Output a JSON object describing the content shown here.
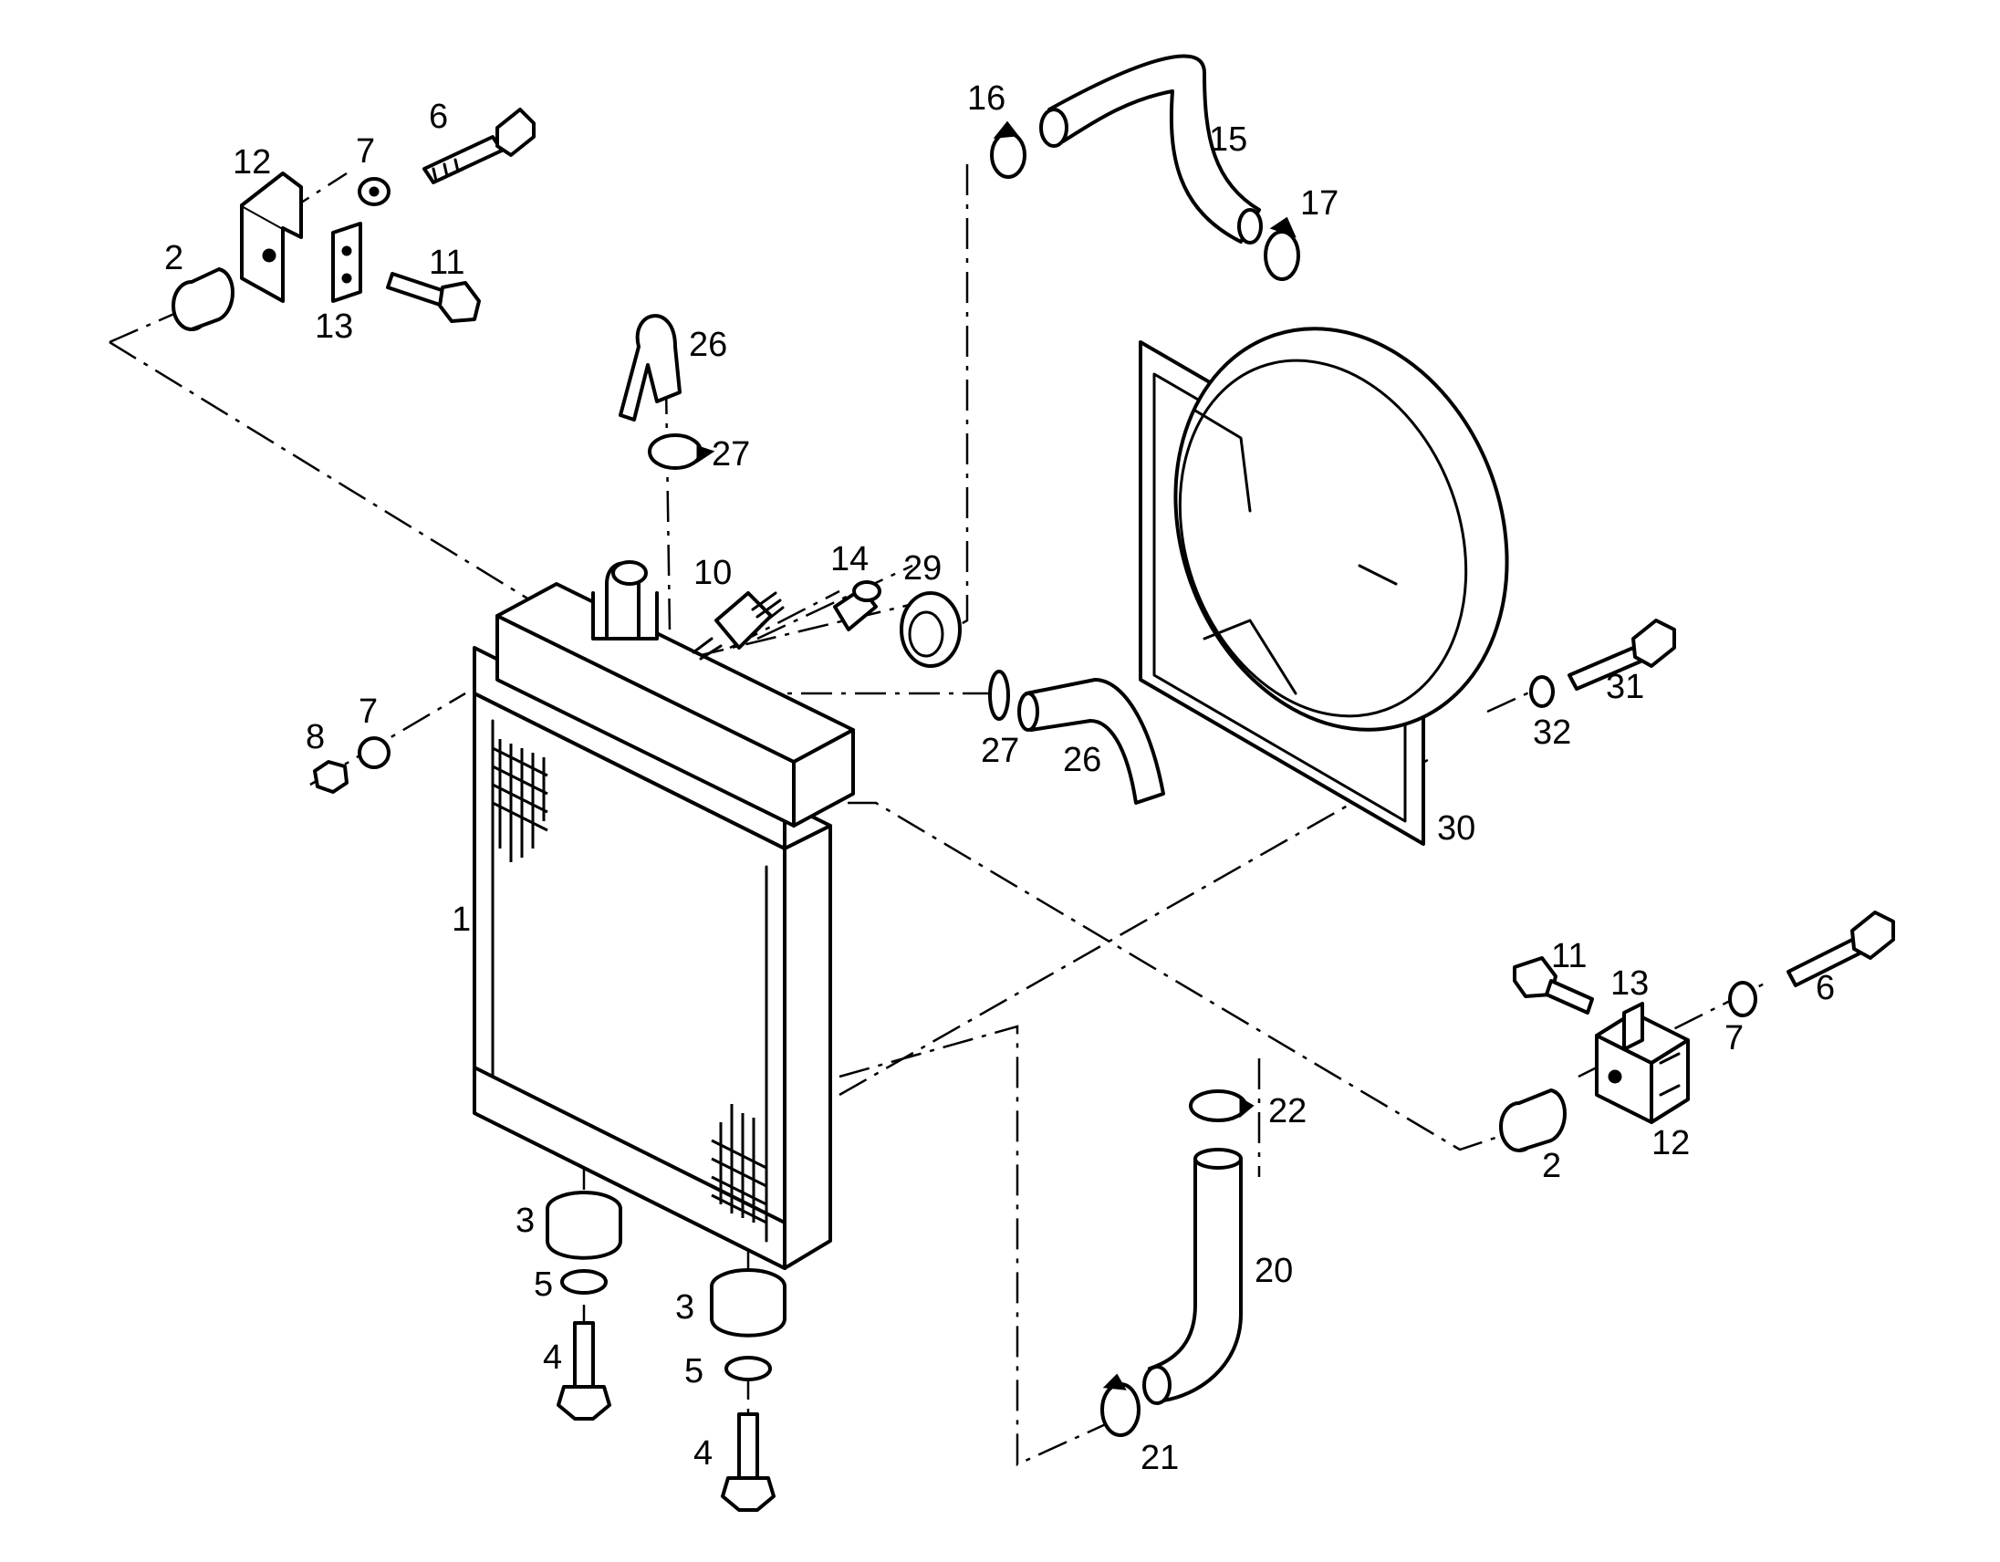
{
  "part_numbers": [
    "1",
    "2",
    "2",
    "3",
    "3",
    "4",
    "4",
    "5",
    "5",
    "6",
    "6",
    "7",
    "7",
    "7",
    "8",
    "10",
    "11",
    "11",
    "12",
    "12",
    "13",
    "13",
    "14",
    "15",
    "16",
    "17",
    "20",
    "21",
    "22",
    "26",
    "26",
    "27",
    "27",
    "29",
    "30",
    "31",
    "32"
  ]
}
